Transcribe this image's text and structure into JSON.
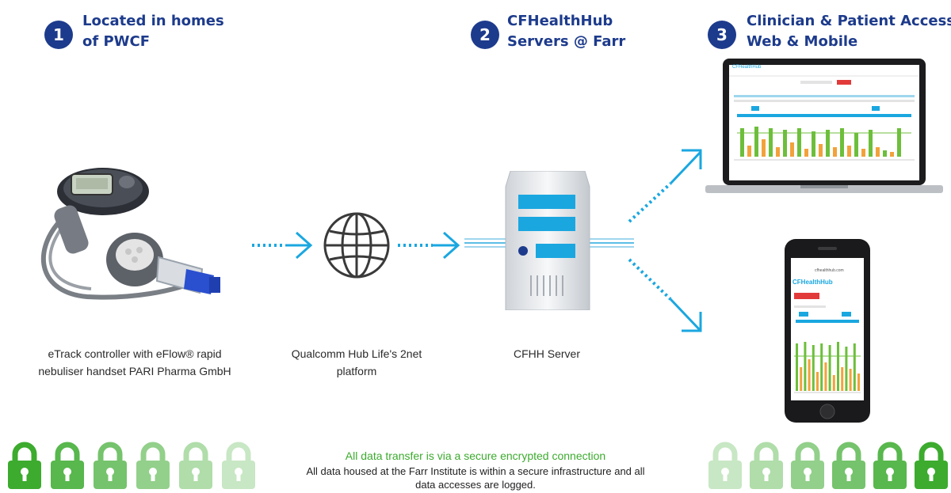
{
  "steps": [
    {
      "number": "1",
      "title_line1": "Located in homes",
      "title_line2": "of PWCF"
    },
    {
      "number": "2",
      "title_line1": "CFHealthHub",
      "title_line2": "Servers @ Farr"
    },
    {
      "number": "3",
      "title_line1": "Clinician & Patient Access:",
      "title_line2": "Web & Mobile"
    }
  ],
  "captions": {
    "device_line1": "eTrack controller with eFlow® rapid",
    "device_line2": "nebuliser handset PARI Pharma GmbH",
    "platform_line1": "Qualcomm Hub Life's 2net",
    "platform_line2": "platform",
    "server": "CFHH Server"
  },
  "screen": {
    "laptop_brand": "CFHealthHub",
    "phone_brand": "CFHealthHub",
    "phone_url": "cfhealthhub.com"
  },
  "footer": {
    "green_line": "All data transfer is via a secure encrypted connection",
    "line2": "All data housed at the Farr Institute is within a secure infrastructure and all",
    "line3": "data accesses are logged."
  },
  "colors": {
    "accent_blue": "#1d3b8c",
    "arrow_blue": "#1aa7e0",
    "lock_green": "#3cab2e",
    "bar_green": "#6dbf3b",
    "bar_orange": "#f2a23a"
  },
  "icons": [
    "globe-icon",
    "server-icon",
    "lock-icon",
    "arrow-icon"
  ]
}
